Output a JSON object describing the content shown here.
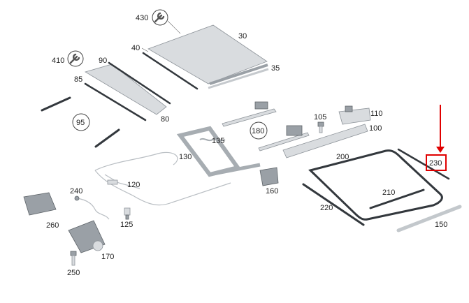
{
  "labels": {
    "p30": "30",
    "p35": "35",
    "p40": "40",
    "p430": "430",
    "p410": "410",
    "p90": "90",
    "p85": "85",
    "p80": "80",
    "p95": "95",
    "p105": "105",
    "p110": "110",
    "p100": "100",
    "p180": "180",
    "p135": "135",
    "p130": "130",
    "p160": "160",
    "p120": "120",
    "p200": "200",
    "p210": "210",
    "p220": "220",
    "p230": "230",
    "p150": "150",
    "p240": "240",
    "p260": "260",
    "p125": "125",
    "p170": "170",
    "p250": "250"
  },
  "colors": {
    "highlight": "#e00000",
    "part_light": "#d9dcdf",
    "part_dark": "#9aa0a6",
    "seal": "#33383d"
  },
  "icons": [
    "wrench-icon",
    "wrench-icon"
  ]
}
